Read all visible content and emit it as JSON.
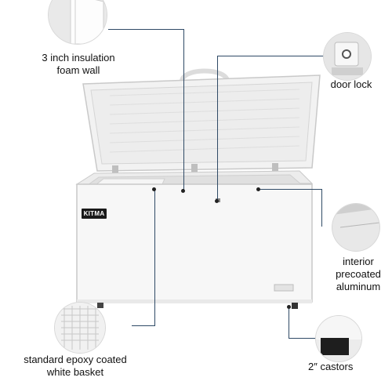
{
  "callouts": {
    "insulation": "3 inch insulation\nfoam wall",
    "door_lock": "door lock",
    "interior": "interior\nprecoated\naluminum",
    "basket": "standard epoxy coated\nwhite basket",
    "castors": "2″  castors"
  },
  "logo": {
    "text": "KITMA"
  },
  "colors": {
    "freezer_body": "#f7f7f7",
    "leader_line": "#2f4a66",
    "outline": "#c9c9c9"
  }
}
